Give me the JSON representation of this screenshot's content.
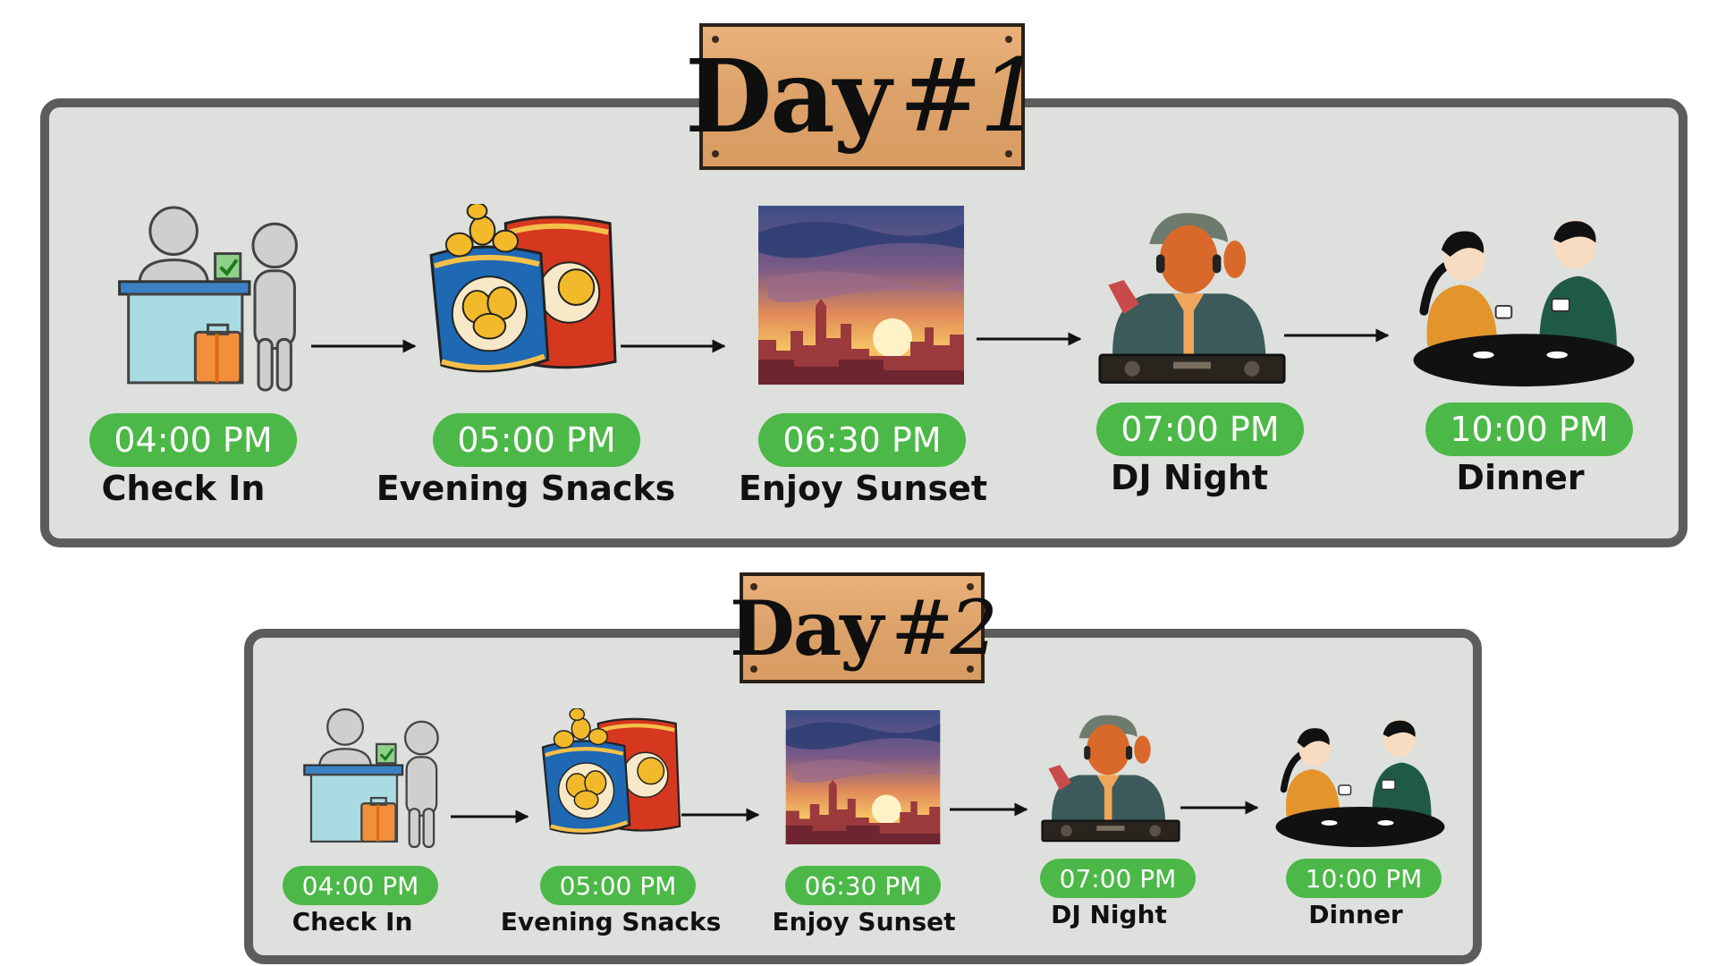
{
  "days": [
    {
      "title_word": "Day",
      "title_number": "#1",
      "events": [
        {
          "time": "04:00 PM",
          "label": "Check In",
          "icon": "reception-desk-icon"
        },
        {
          "time": "05:00 PM",
          "label": "Evening Snacks",
          "icon": "chips-bag-icon"
        },
        {
          "time": "06:30 PM",
          "label": "Enjoy Sunset",
          "icon": "sunset-image"
        },
        {
          "time": "07:00 PM",
          "label": "DJ Night",
          "icon": "dj-icon"
        },
        {
          "time": "10:00 PM",
          "label": "Dinner",
          "icon": "dining-couple-icon"
        }
      ]
    },
    {
      "title_word": "Day",
      "title_number": "#2",
      "events": [
        {
          "time": "04:00 PM",
          "label": "Check In",
          "icon": "reception-desk-icon"
        },
        {
          "time": "05:00 PM",
          "label": "Evening Snacks",
          "icon": "chips-bag-icon"
        },
        {
          "time": "06:30 PM",
          "label": "Enjoy Sunset",
          "icon": "sunset-image"
        },
        {
          "time": "07:00 PM",
          "label": "DJ Night",
          "icon": "dj-icon"
        },
        {
          "time": "10:00 PM",
          "label": "Dinner",
          "icon": "dining-couple-icon"
        }
      ]
    }
  ],
  "colors": {
    "panel_bg": "#dde0dc",
    "panel_border": "#5c5c5c",
    "pill_green": "#4cb848",
    "sign_wood": "#dca26a"
  }
}
